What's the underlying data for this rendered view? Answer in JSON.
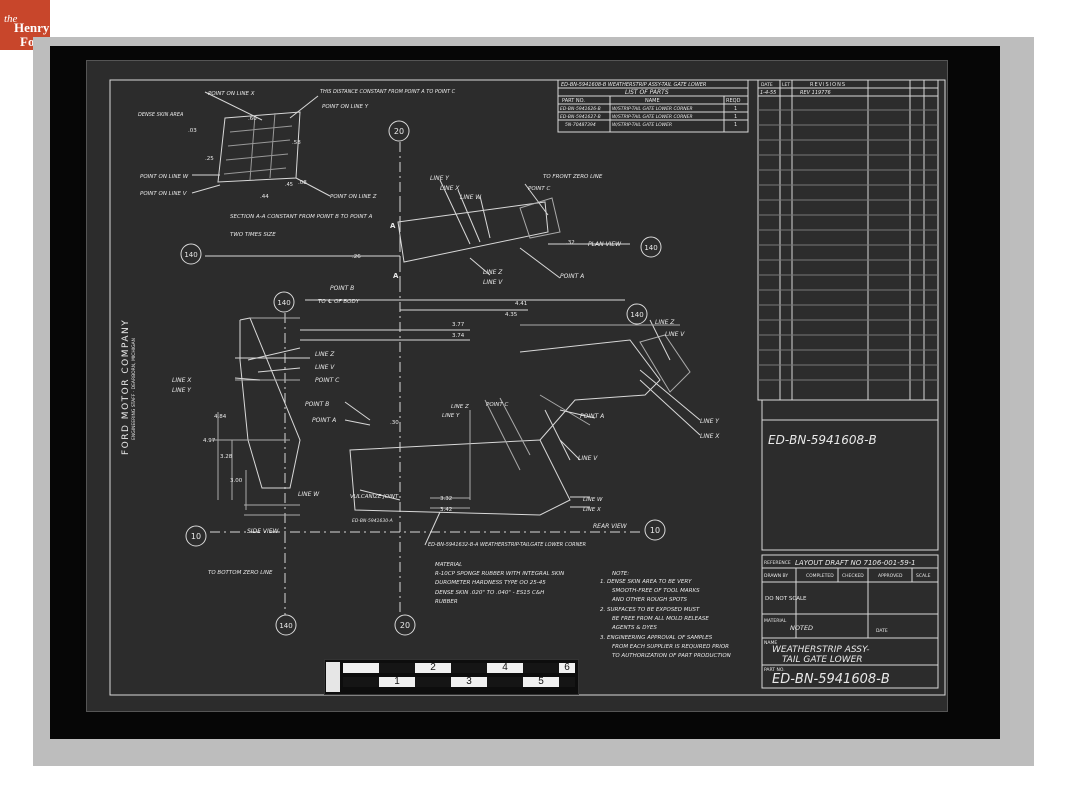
{
  "logo": {
    "line1": "the",
    "line2": "Henry",
    "line3": "Ford"
  },
  "company": {
    "name": "FORD MOTOR COMPANY",
    "staff": "ENGINEERING STAFF · DEARBORN, MICHIGAN"
  },
  "parts_list": {
    "header": "ED-BN-5941608-B  WEATHERSTRIP ASSY-TAIL GATE LOWER",
    "title": "LIST OF PARTS",
    "col_part": "PART NO.",
    "col_name": "NAME",
    "col_reqd": "REQD",
    "rows": [
      {
        "part": "ED-BN-5941626-B",
        "name": "W/STRIP-TAIL GATE LOWER CORNER",
        "qty": "1"
      },
      {
        "part": "ED-BN-5941627-B",
        "name": "W/STRIP-TAIL GATE LOWER CORNER",
        "qty": "1"
      },
      {
        "part": "5N-70487394",
        "name": "W/STRIP-TAIL GATE LOWER",
        "qty": "1"
      }
    ]
  },
  "revisions": {
    "title": "REVISIONS",
    "col_date": "DATE",
    "col_ltr": "LET",
    "date": "1-4-55",
    "entry": "REV 119776"
  },
  "labels": {
    "point_on_line_x": "POINT ON LINE X",
    "dense_skin_area": "DENSE SKIN AREA",
    "distance_note": "THIS DISTANCE CONSTANT FROM POINT A TO POINT C",
    "point_on_line_y": "POINT ON LINE Y",
    "point_on_line_w": "POINT ON LINE W",
    "point_on_line_v": "POINT ON LINE V",
    "point_on_line_z": "POINT ON LINE Z",
    "section_aa": "SECTION A-A  CONSTANT FROM POINT B TO POINT A",
    "two_times_size": "TWO TIMES SIZE",
    "line_y": "LINE Y",
    "line_x": "LINE X",
    "line_w": "LINE W",
    "line_z": "LINE Z",
    "line_v": "LINE V",
    "to_front_zero": "TO FRONT ZERO LINE",
    "point_c": "POINT C",
    "point_a": "POINT A",
    "point_b": "POINT B",
    "plan_view": "PLAN VIEW",
    "to_cl_body": "TO ℄ OF BODY",
    "vulcanize_joint": "VULCANIZE JOINT",
    "part_ref": "ED-BN-5941630-A",
    "rear_view": "REAR VIEW",
    "side_view": "SIDE VIEW",
    "to_bottom_zero": "TO BOTTOM ZERO LINE",
    "sec_a": "A"
  },
  "circles": {
    "c20": "20",
    "c140": "140",
    "c10": "10"
  },
  "dims": {
    "d1": ".60",
    "d2": ".58",
    "d3": ".03",
    "d4": ".25",
    "d5": ".45",
    "d6": ".08",
    "d7": ".44",
    "d8": ".26",
    "d9": ".32",
    "d10": "4.41",
    "d11": "4.35",
    "d12": "3.77",
    "d13": "3.74",
    "d14": "4.84",
    "d15": "4.97",
    "d16": "3.28",
    "d17": "3.00",
    "d18": ".30",
    "d19": "3.32",
    "d20": "3.42"
  },
  "material_note": {
    "line1": "ED-BN-5941632-B-A  WEATHERSTRIP-TAILGATE LOWER CORNER",
    "line2": "MATERIAL",
    "line3": "R-10CP SPONGE RUBBER WITH INTEGRAL SKIN",
    "line4": "DUROMETER HARDNESS TYPE OO 25-45",
    "line5": "DENSE SKIN .020\" TO .040\" - ES15 C&H",
    "line6": "RUBBER"
  },
  "notes": {
    "title": "NOTE:",
    "n1a": "1. DENSE SKIN AREA TO BE VERY",
    "n1b": "SMOOTH-FREE OF TOOL MARKS",
    "n1c": "AND OTHER ROUGH SPOTS",
    "n2a": "2. SURFACES TO BE EXPOSED MUST",
    "n2b": "BE FREE FROM ALL MOLD RELEASE",
    "n2c": "AGENTS & DYES",
    "n3a": "3. ENGINEERING APPROVAL OF SAMPLES",
    "n3b": "FROM EACH SUPPLIER IS REQUIRED PRIOR",
    "n3c": "TO AUTHORIZATION OF PART PRODUCTION"
  },
  "title_block": {
    "drawing_no_side": "ED-BN-5941608-B",
    "reference": "REFERENCE",
    "layout": "LAYOUT DRAFT NO 7106-001-59-1",
    "drawn_by": "DRAWN BY",
    "completed": "COMPLETED",
    "checked": "CHECKED",
    "approved": "APPROVED",
    "scale": "SCALE",
    "do_not_scale": "DO NOT SCALE",
    "material": "MATERIAL",
    "noted": "NOTED",
    "date": "DATE",
    "name_label": "NAME",
    "part_name_1": "WEATHERSTRIP ASSY-",
    "part_name_2": "TAIL GATE LOWER",
    "part_no_label": "PART NO.",
    "part_no": "ED-BN-5941608-B"
  },
  "color_card": {
    "n1": "1",
    "n2": "2",
    "n3": "3",
    "n4": "4",
    "n5": "5",
    "n6": "6"
  }
}
